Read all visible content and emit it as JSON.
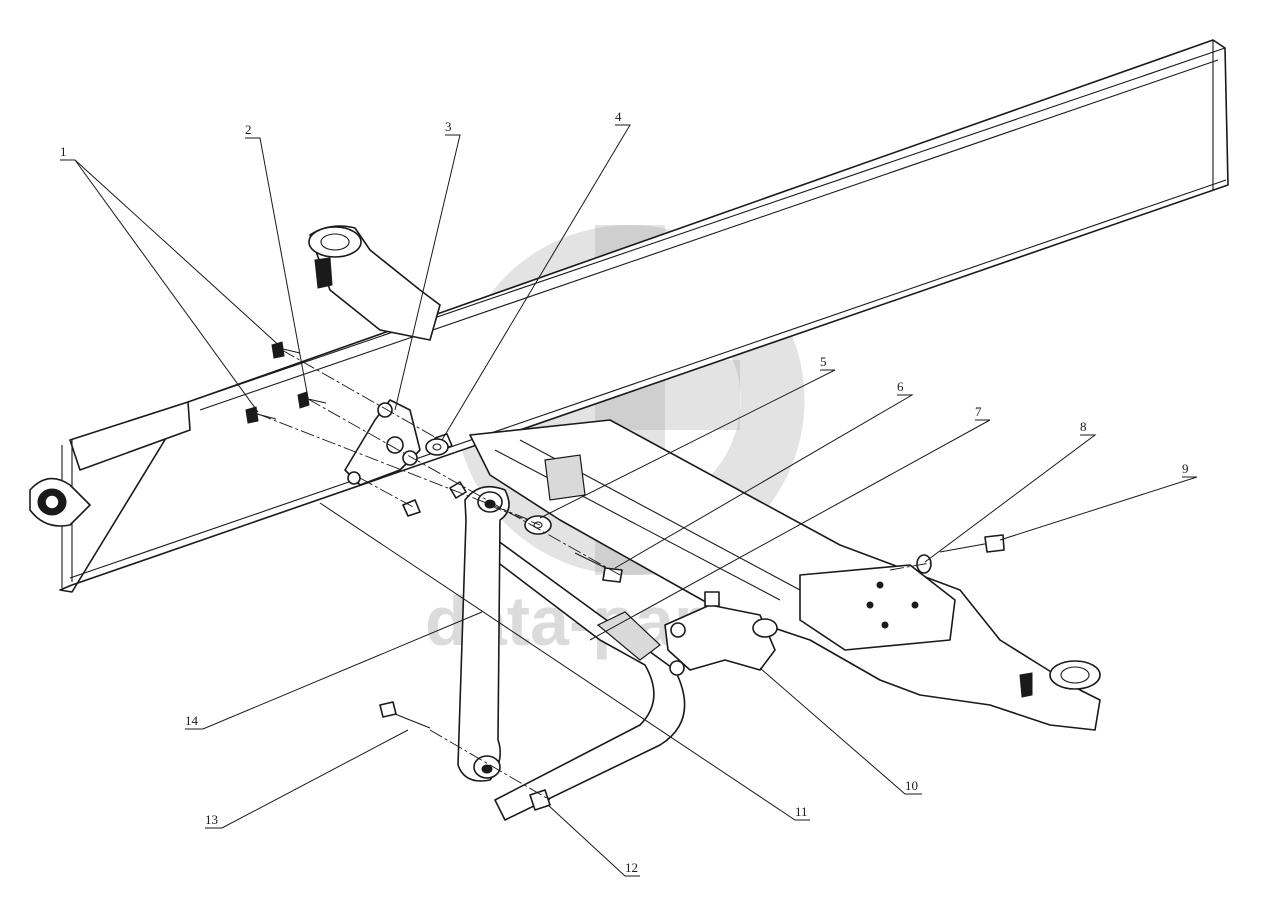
{
  "diagram": {
    "watermark": {
      "text": "data-parts",
      "color": "#9a9a9a"
    },
    "callouts": [
      "1",
      "2",
      "3",
      "4",
      "5",
      "6",
      "7",
      "8",
      "9",
      "10",
      "11",
      "12",
      "13",
      "14"
    ]
  }
}
